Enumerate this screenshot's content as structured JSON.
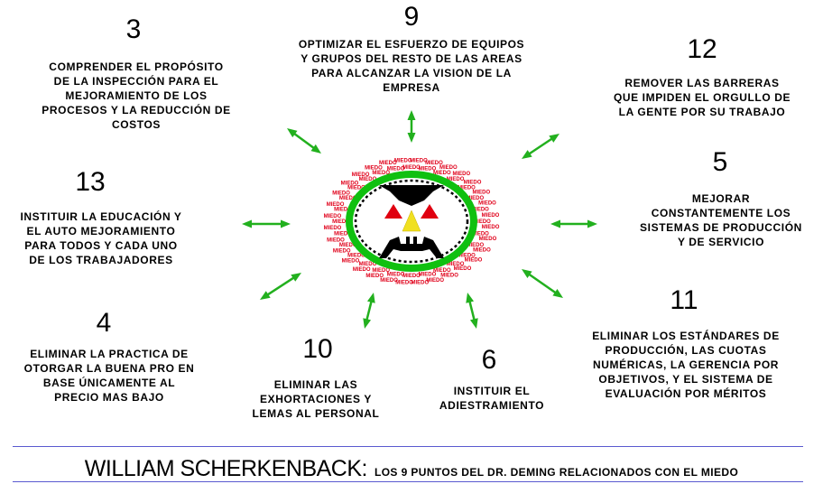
{
  "points": [
    {
      "id": "p9",
      "number": "9",
      "lines": [
        "OPTIMIZAR EL ESFUERZO DE EQUIPOS",
        "Y GRUPOS DEL RESTO DE LAS AREAS",
        "PARA ALCANZAR LA VISION DE LA",
        "EMPRESA"
      ]
    },
    {
      "id": "p3",
      "number": "3",
      "lines": [
        "COMPRENDER EL PROPÓSITO",
        "DE LA INSPECCIÓN PARA EL",
        "MEJORAMIENTO DE LOS",
        "PROCESOS Y LA REDUCCIÓN DE",
        "COSTOS"
      ]
    },
    {
      "id": "p12",
      "number": "12",
      "lines": [
        "REMOVER LAS BARRERAS",
        "QUE IMPIDEN EL ORGULLO DE",
        "LA GENTE POR SU TRABAJO"
      ]
    },
    {
      "id": "p13",
      "number": "13",
      "lines": [
        "INSTITUIR LA EDUCACIÓN Y",
        "EL AUTO MEJORAMIENTO",
        "PARA TODOS Y CADA UNO",
        "DE LOS TRABAJADORES"
      ]
    },
    {
      "id": "p5",
      "number": "5",
      "lines": [
        "MEJORAR",
        "CONSTANTEMENTE LOS",
        "SISTEMAS DE PRODUCCIÓN",
        "Y DE SERVICIO"
      ]
    },
    {
      "id": "p4",
      "number": "4",
      "lines": [
        "ELIMINAR LA PRACTICA DE",
        "OTORGAR LA BUENA PRO EN",
        "BASE ÚNICAMENTE AL",
        "PRECIO MAS BAJO"
      ]
    },
    {
      "id": "p10",
      "number": "10",
      "lines": [
        "ELIMINAR LAS",
        "EXHORTACIONES Y",
        "LEMAS  AL PERSONAL"
      ]
    },
    {
      "id": "p6",
      "number": "6",
      "lines": [
        "INSTITUIR EL",
        "ADIESTRAMIENTO"
      ]
    },
    {
      "id": "p11",
      "number": "11",
      "lines": [
        "ELIMINAR LOS ESTÁNDARES DE",
        "PRODUCCIÓN, LAS CUOTAS",
        "NUMÉRICAS, LA GERENCIA POR",
        "OBJETIVOS, Y EL SISTEMA DE",
        "EVALUACIÓN POR MÉRITOS"
      ]
    }
  ],
  "center": {
    "fear_word": "MIEDO",
    "fear_color": "#e0001a"
  },
  "colors": {
    "arrow": "#22b01e",
    "ring": "#10c010",
    "face": "#000000",
    "eye": "#e00010",
    "nose": "#f0e020",
    "rule": "#5a5ad0"
  },
  "footer": {
    "author": "WILLIAM SCHERKENBACK:",
    "subtitle": "LOS  9 PUNTOS DEL DR. DEMING RELACIONADOS CON EL MIEDO"
  }
}
